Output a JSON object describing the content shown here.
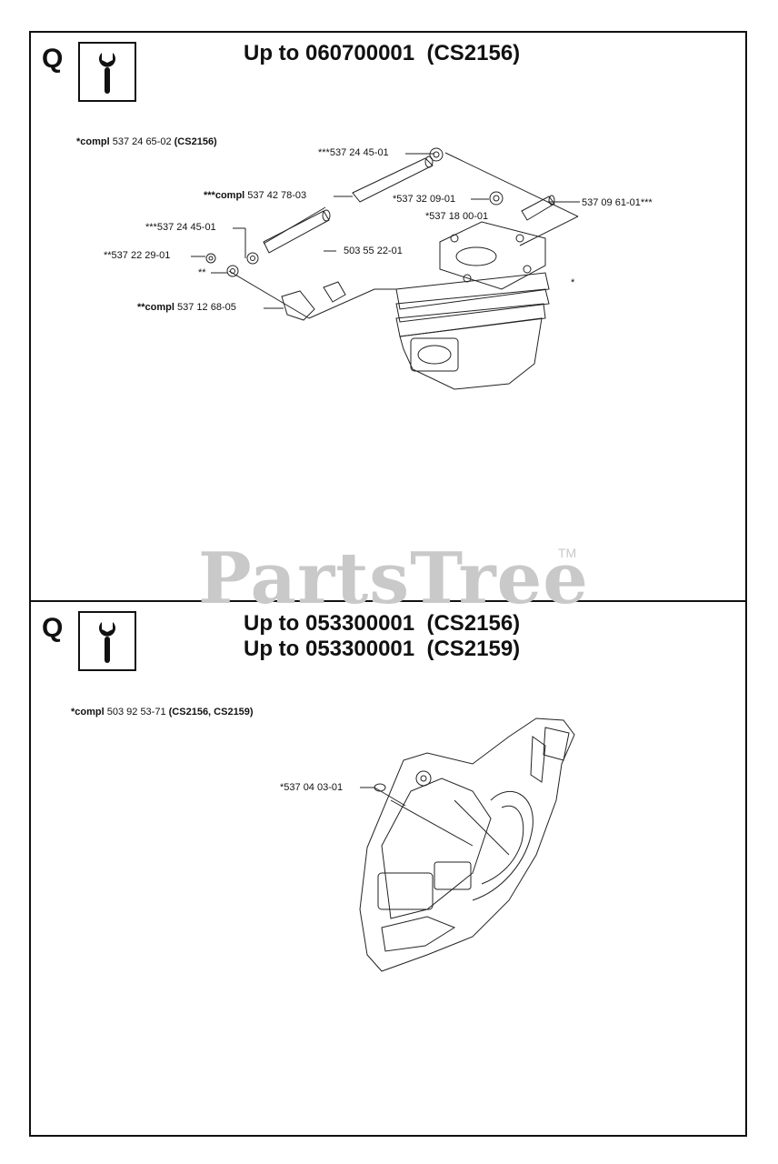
{
  "section1": {
    "letter": "Q",
    "info_icon": "wrench-info-icon",
    "heading": "Up to 060700001  (CS2156)",
    "labels": {
      "compl_main_prefix": "*compl",
      "compl_main_num": " 537 24 65-02 ",
      "compl_main_model": "(CS2156)",
      "p_top_45": "***537 24 45-01",
      "p_compl_4278_prefix": "***compl",
      "p_compl_4278_num": " 537 42 78-03",
      "p_3209": "*537 32 09-01",
      "p_1800": "*537 18 00-01",
      "p_0961": "537 09 61-01***",
      "p_mid_45": "***537 24 45-01",
      "p_2229": "**537 22 29-01",
      "p_5522": "503 55 22-01",
      "p_dstar": "**",
      "p_star": "*",
      "p_compl_1268_prefix": "**compl",
      "p_compl_1268_num": " 537 12 68-05"
    }
  },
  "section2": {
    "letter": "Q",
    "info_icon": "wrench-info-icon",
    "heading_line1": "Up to 053300001  (CS2156)",
    "heading_line2": "Up to 053300001  (CS2159)",
    "labels": {
      "compl_prefix": "*compl",
      "compl_num": " 503 92 53-71 ",
      "compl_models": "(CS2156, CS2159)",
      "p_0403": "*537 04 03-01"
    }
  },
  "watermark": {
    "brand": "PartsTree",
    "tm": "TM"
  }
}
